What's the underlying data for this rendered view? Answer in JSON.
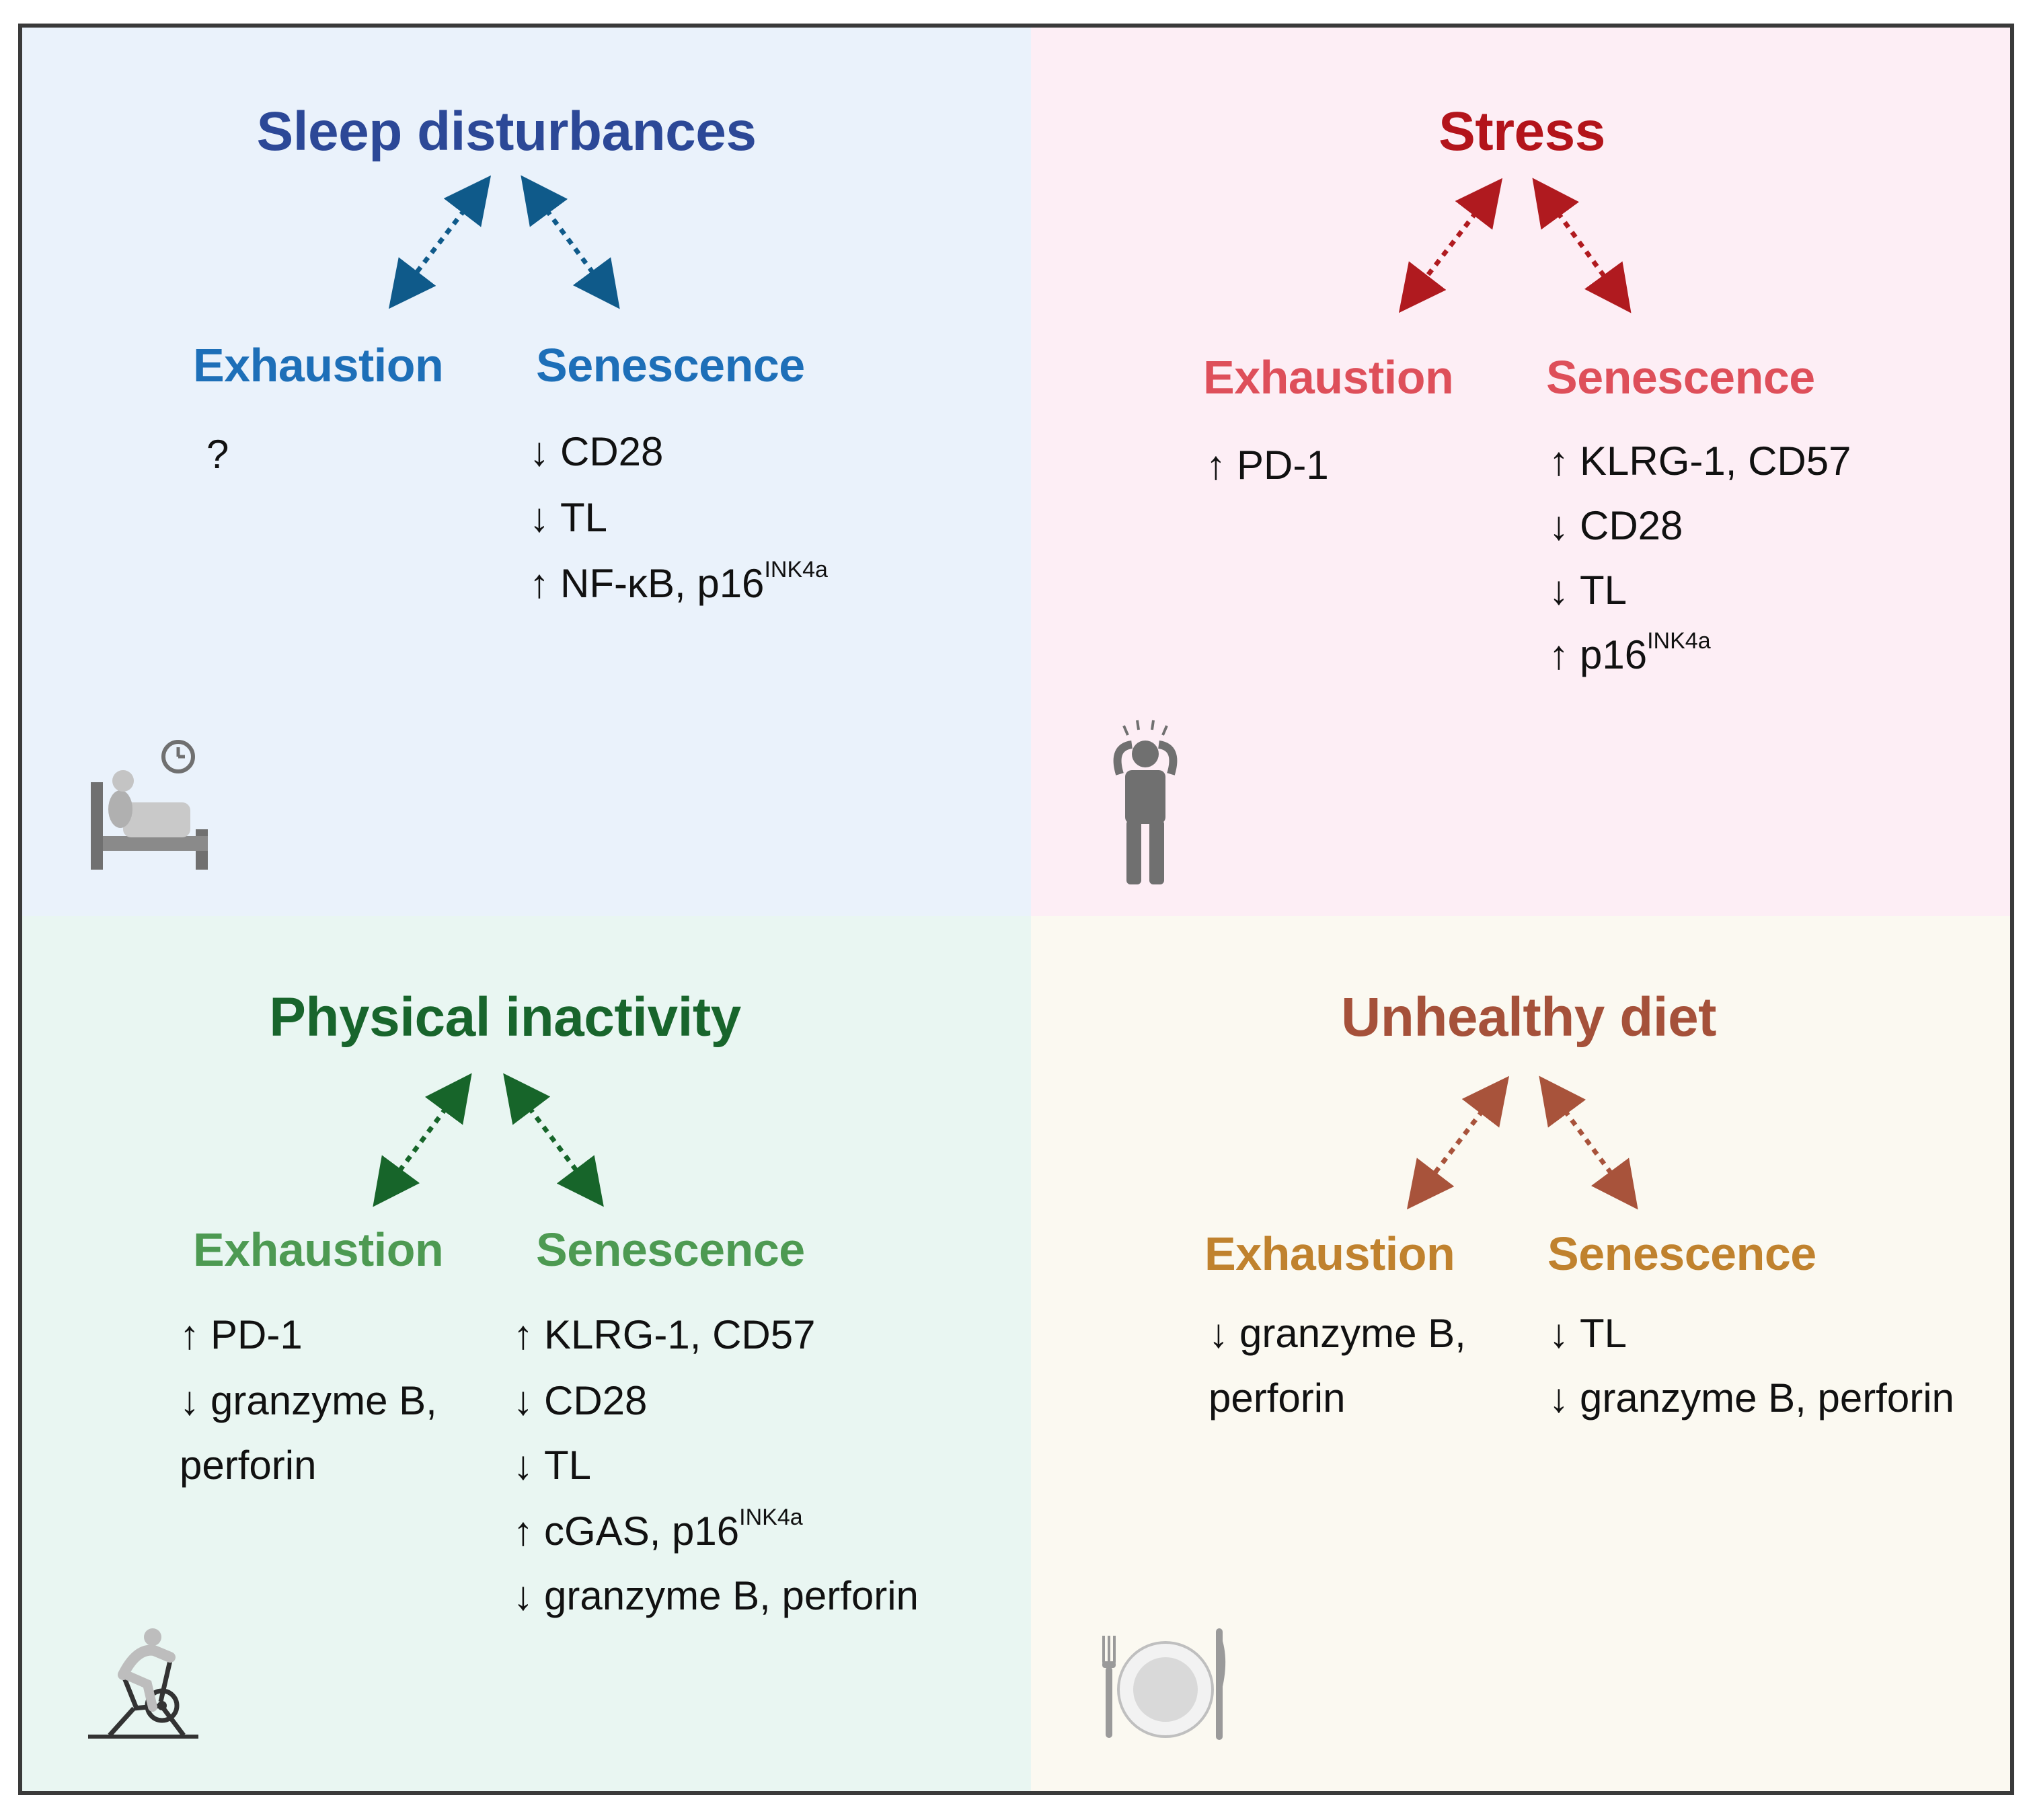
{
  "colors": {
    "frame": "#3a3a3a",
    "sleep_bg": "#eaf2fb",
    "stress_bg": "#fdeef5",
    "physical_bg": "#e9f6f2",
    "diet_bg": "#fbf9f1"
  },
  "quadrants": {
    "sleep": {
      "title": "Sleep disturbances",
      "title_color": "#2c4897",
      "sub_color": "#1d6fb8",
      "arrow_color": "#0f5a8a",
      "icon": "sleeping-in-bed-icon",
      "exhaustion": {
        "label": "Exhaustion",
        "items": [
          {
            "arrow": "",
            "text": "?"
          }
        ]
      },
      "senescence": {
        "label": "Senescence",
        "items": [
          {
            "arrow": "↓",
            "text": "CD28"
          },
          {
            "arrow": "↓",
            "text": "TL"
          },
          {
            "arrow": "↑",
            "text": "NF-κB, p16",
            "sup": "INK4a"
          }
        ]
      }
    },
    "stress": {
      "title": "Stress",
      "title_color": "#b3141b",
      "sub_color": "#de4f5a",
      "arrow_color": "#b01a1f",
      "icon": "stressed-person-icon",
      "exhaustion": {
        "label": "Exhaustion",
        "items": [
          {
            "arrow": "↑",
            "text": "PD-1"
          }
        ]
      },
      "senescence": {
        "label": "Senescence",
        "items": [
          {
            "arrow": "↑",
            "text": "KLRG-1, CD57"
          },
          {
            "arrow": "↓",
            "text": "CD28"
          },
          {
            "arrow": "↓",
            "text": "TL"
          },
          {
            "arrow": "↑",
            "text": "p16",
            "sup": "INK4a"
          }
        ]
      }
    },
    "physical": {
      "title": "Physical inactivity",
      "title_color": "#18652c",
      "sub_color": "#4d9a52",
      "arrow_color": "#17652a",
      "icon": "exercise-bike-icon",
      "exhaustion": {
        "label": "Exhaustion",
        "items": [
          {
            "arrow": "↑",
            "text": "PD-1"
          },
          {
            "arrow": "↓",
            "text": "granzyme B,"
          },
          {
            "arrow": "",
            "text": "perforin"
          }
        ]
      },
      "senescence": {
        "label": "Senescence",
        "items": [
          {
            "arrow": "↑",
            "text": "KLRG-1, CD57"
          },
          {
            "arrow": "↓",
            "text": "CD28"
          },
          {
            "arrow": "↓",
            "text": "TL"
          },
          {
            "arrow": "↑",
            "text": "cGAS, p16",
            "sup": "INK4a"
          },
          {
            "arrow": "↓",
            "text": "granzyme B, perforin"
          }
        ]
      }
    },
    "diet": {
      "title": "Unhealthy diet",
      "title_color": "#a5513a",
      "sub_color": "#c0822e",
      "arrow_color": "#a8533b",
      "icon": "plate-and-cutlery-icon",
      "exhaustion": {
        "label": "Exhaustion",
        "items": [
          {
            "arrow": "↓",
            "text": "granzyme B,"
          },
          {
            "arrow": "",
            "text": "perforin"
          }
        ]
      },
      "senescence": {
        "label": "Senescence",
        "items": [
          {
            "arrow": "↓",
            "text": "TL"
          },
          {
            "arrow": "↓",
            "text": "granzyme B, perforin"
          }
        ]
      }
    }
  }
}
